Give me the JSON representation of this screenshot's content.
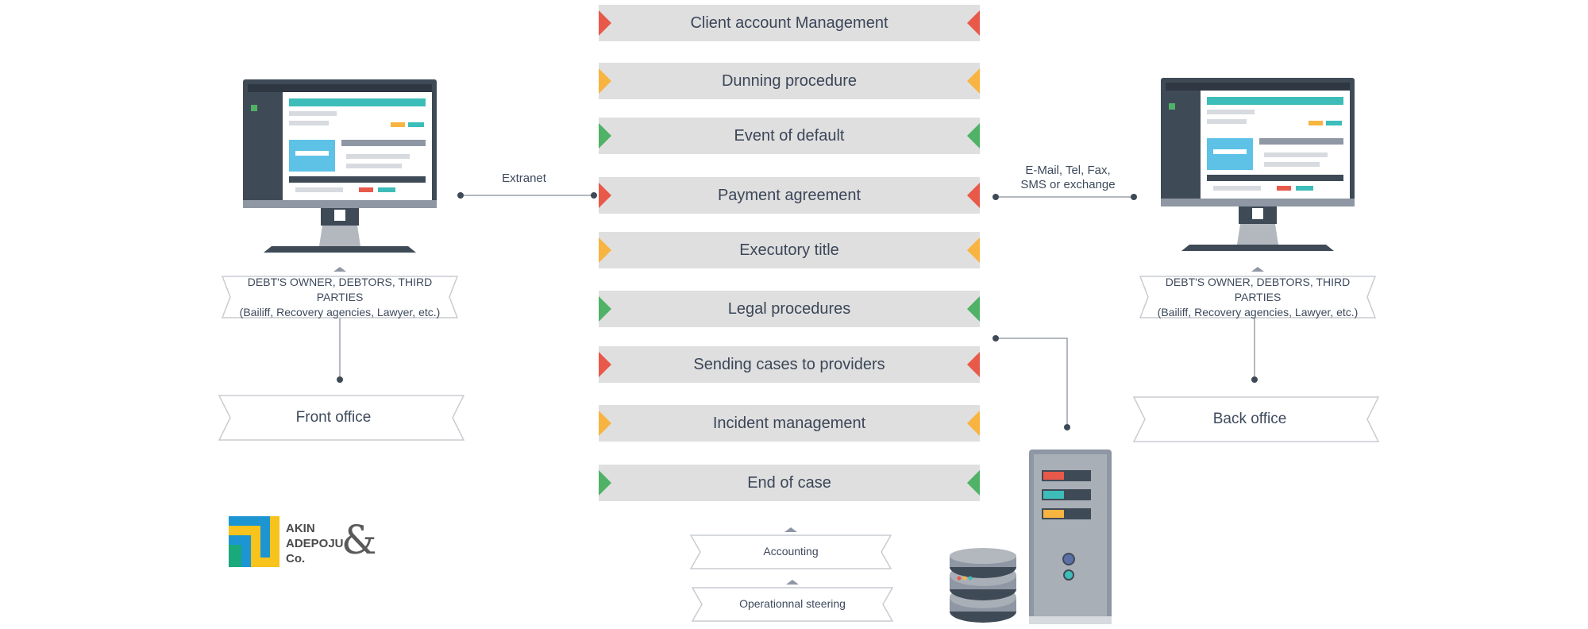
{
  "process_steps": [
    {
      "label": "Client account Management",
      "color": "red"
    },
    {
      "label": "Dunning procedure",
      "color": "yellow"
    },
    {
      "label": "Event of default",
      "color": "green"
    },
    {
      "label": "Payment agreement",
      "color": "red"
    },
    {
      "label": "Executory title",
      "color": "yellow"
    },
    {
      "label": "Legal procedures",
      "color": "green"
    },
    {
      "label": "Sending cases to providers",
      "color": "red"
    },
    {
      "label": "Incident management",
      "color": "yellow"
    },
    {
      "label": "End of case",
      "color": "green"
    }
  ],
  "colors": {
    "red": "#e8594a",
    "yellow": "#f7b441",
    "green": "#4fb267",
    "bar": "#dfdfdf",
    "text": "#3d4a5c",
    "teal": "#3dbdb9",
    "monitor": "#3f4a57"
  },
  "left": {
    "connector_label": "Extranet",
    "stakeholders_line1": "DEBT'S OWNER, DEBTORS, THIRD PARTIES",
    "stakeholders_line2": "(Bailiff, Recovery agencies, Lawyer, etc.)",
    "office_label": "Front office"
  },
  "right": {
    "connector_label_line1": "E-Mail, Tel, Fax,",
    "connector_label_line2": "SMS or exchange",
    "stakeholders_line1": "DEBT'S OWNER, DEBTORS, THIRD PARTIES",
    "stakeholders_line2": "(Bailiff, Recovery agencies, Lawyer, etc.)",
    "office_label": "Back office"
  },
  "bottom": {
    "accounting_label": "Accounting",
    "steering_label": "Operationnal steering"
  },
  "logo": {
    "line1": "AKIN",
    "line2": "ADEPOJU",
    "line3": "Co.",
    "ampersand": "&"
  },
  "icons": [
    "monitor-icon",
    "server-tower-icon",
    "database-icon",
    "logo-icon"
  ]
}
